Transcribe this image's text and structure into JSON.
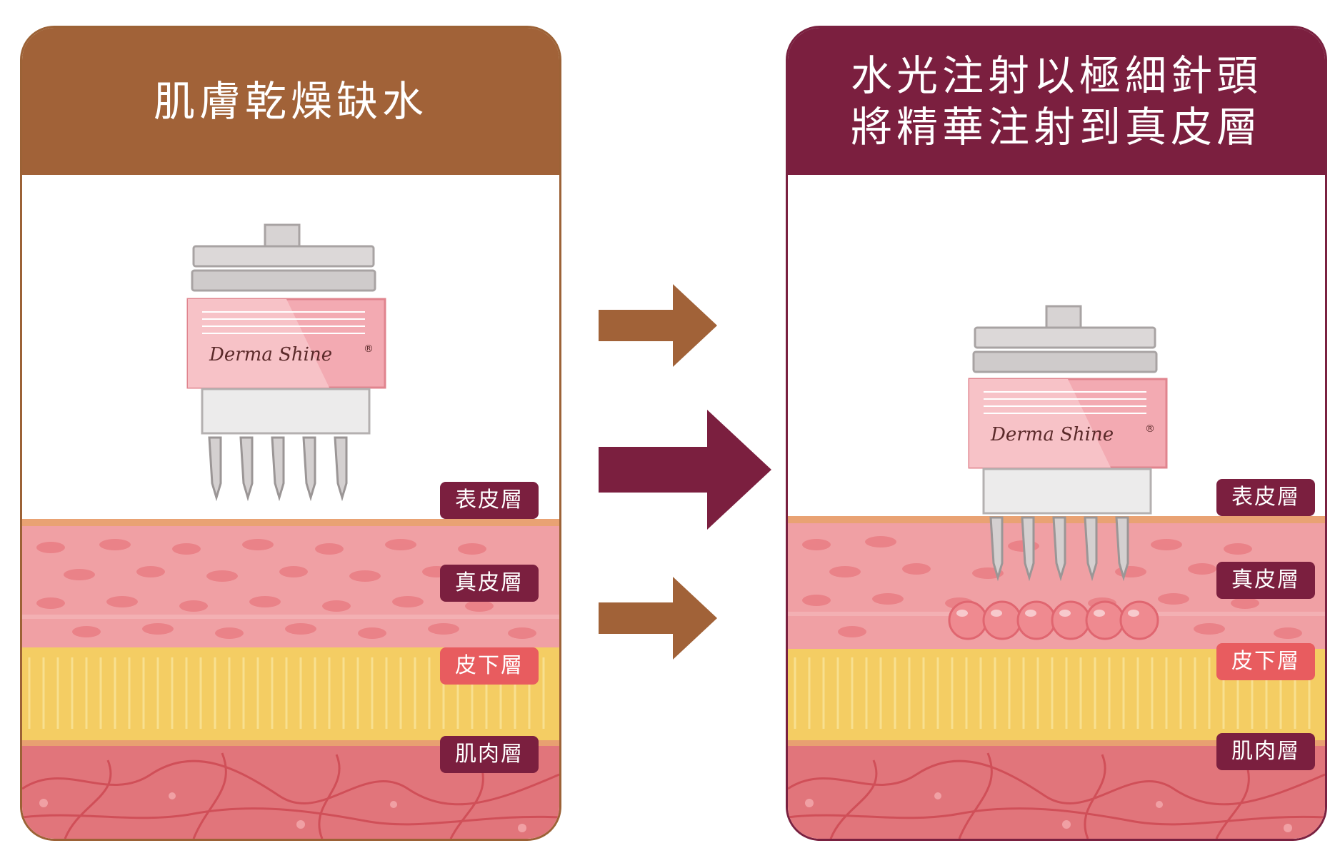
{
  "colors": {
    "brown": "#a16238",
    "maroon": "#7b1f3f",
    "coral_label": "#e85c5f",
    "epidermis": "#e9a273",
    "dermis": "#f0a0a4",
    "dermis_cells": "#e9787f",
    "subcutaneous": "#f4cd63",
    "muscle": "#e1757b"
  },
  "left_panel": {
    "title": "肌膚乾燥缺水",
    "device_logo": "Derma Shine",
    "device_trademark": "®",
    "layers": {
      "epidermis": "表皮層",
      "dermis": "真皮層",
      "subcutaneous": "皮下層",
      "muscle": "肌肉層"
    }
  },
  "right_panel": {
    "title_line1": "水光注射以極細針頭",
    "title_line2": "將精華注射到真皮層",
    "device_logo": "Derma Shine",
    "device_trademark": "®",
    "layers": {
      "epidermis": "表皮層",
      "dermis": "真皮層",
      "subcutaneous": "皮下層",
      "muscle": "肌肉層"
    }
  },
  "arrows": [
    {
      "name": "top",
      "color": "brown"
    },
    {
      "name": "middle",
      "color": "maroon"
    },
    {
      "name": "bottom",
      "color": "brown"
    }
  ]
}
